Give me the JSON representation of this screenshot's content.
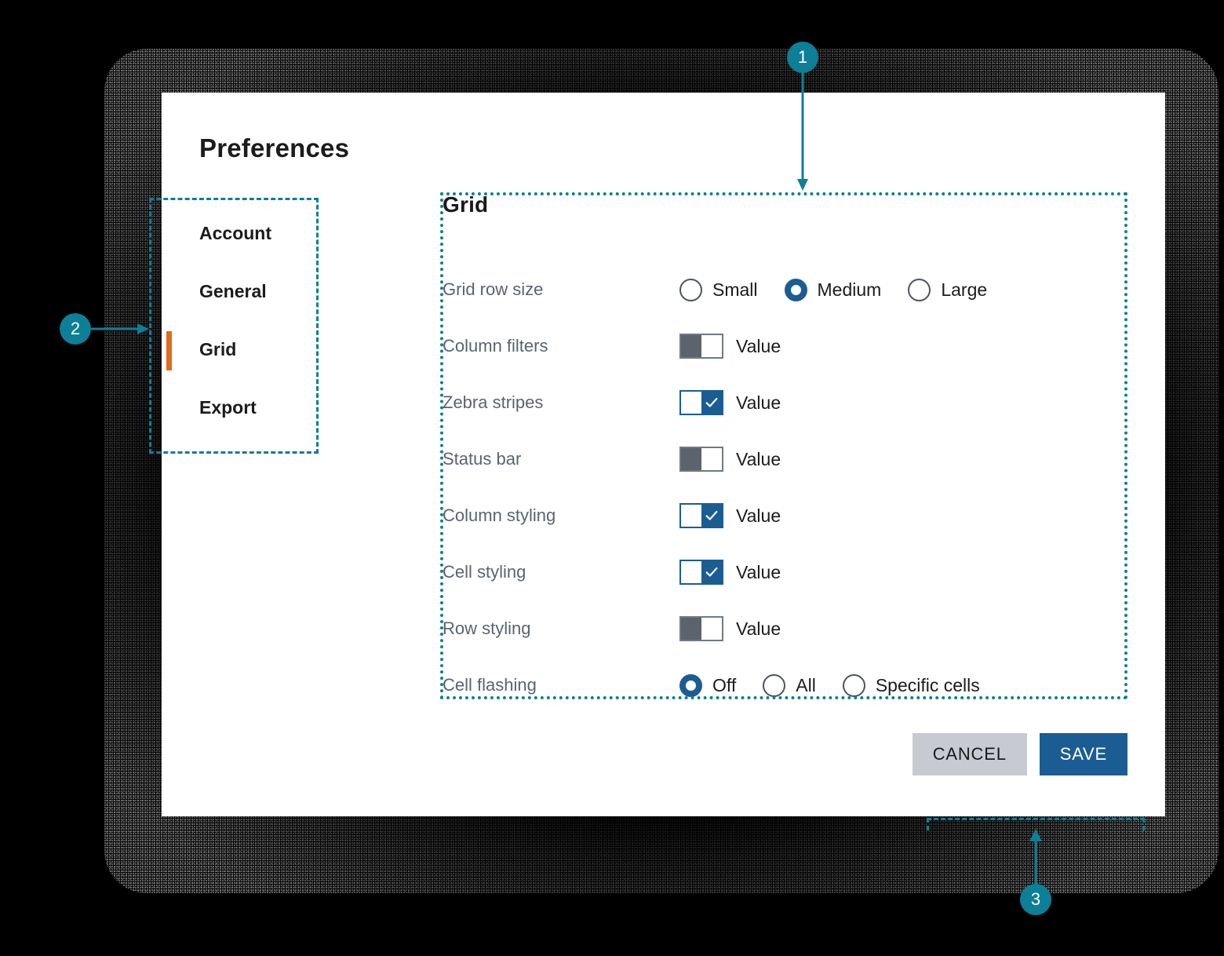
{
  "dialog": {
    "title": "Preferences"
  },
  "sidebar": {
    "items": [
      {
        "label": "Account",
        "active": false
      },
      {
        "label": "General",
        "active": false
      },
      {
        "label": "Grid",
        "active": true
      },
      {
        "label": "Export",
        "active": false
      }
    ]
  },
  "panel": {
    "title": "Grid",
    "rows": [
      {
        "label": "Grid row size",
        "control": "radio",
        "options": [
          "Small",
          "Medium",
          "Large"
        ],
        "selected": "Medium"
      },
      {
        "label": "Column filters",
        "control": "toggle",
        "state": "off",
        "value_label": "Value"
      },
      {
        "label": "Zebra stripes",
        "control": "toggle",
        "state": "on",
        "value_label": "Value"
      },
      {
        "label": "Status bar",
        "control": "toggle",
        "state": "off",
        "value_label": "Value"
      },
      {
        "label": "Column styling",
        "control": "toggle",
        "state": "on",
        "value_label": "Value"
      },
      {
        "label": "Cell styling",
        "control": "toggle",
        "state": "on",
        "value_label": "Value"
      },
      {
        "label": "Row styling",
        "control": "toggle",
        "state": "off",
        "value_label": "Value"
      },
      {
        "label": "Cell flashing",
        "control": "radio",
        "options": [
          "Off",
          "All",
          "Specific cells"
        ],
        "selected": "Off"
      }
    ]
  },
  "actions": {
    "cancel_label": "CANCEL",
    "save_label": "SAVE"
  },
  "annotations": [
    {
      "number": "1",
      "target": "grid-settings-panel"
    },
    {
      "number": "2",
      "target": "sidebar-nav"
    },
    {
      "number": "3",
      "target": "dialog-action-buttons"
    }
  ],
  "colors": {
    "accent_blue": "#1b5d93",
    "active_orange": "#df6d1c",
    "annotation_teal": "#0d7f96",
    "label_gray": "#5a6470",
    "toggle_off_gray": "#5c636c",
    "cancel_gray": "#c7cbd1"
  }
}
